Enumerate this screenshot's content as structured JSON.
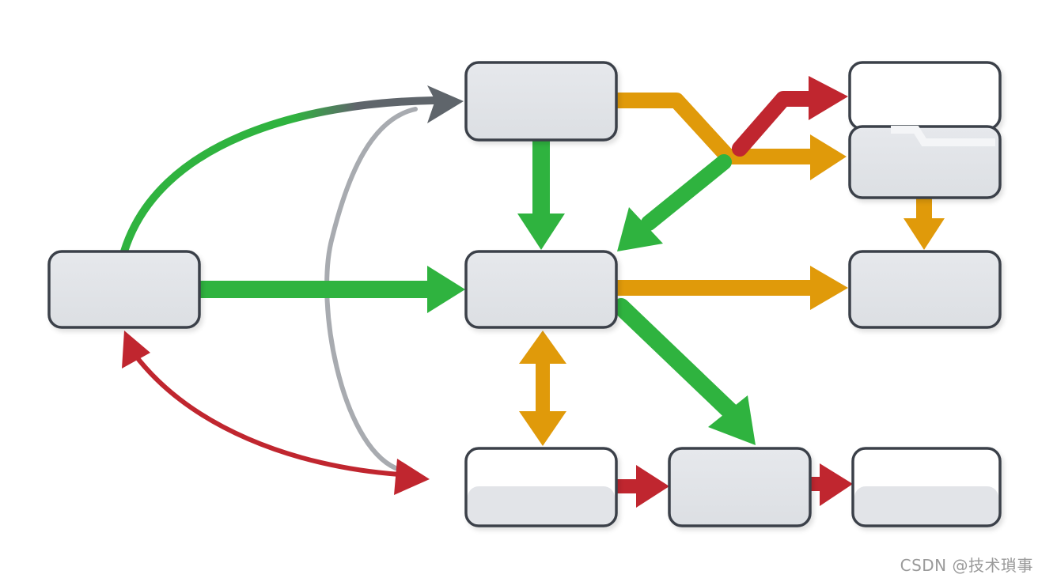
{
  "watermark": "CSDN @技术瑣事",
  "colors": {
    "green": "#2fb33f",
    "orange": "#e09a0a",
    "red": "#c0262f",
    "gray": "#a8abb0",
    "darkgray": "#5f656b",
    "box_fill": "#e2e4e8",
    "box_stroke": "#3a4048"
  },
  "nodes": [
    {
      "id": "left-middle",
      "label": ""
    },
    {
      "id": "center-top",
      "label": ""
    },
    {
      "id": "center-middle",
      "label": ""
    },
    {
      "id": "right-top",
      "label": ""
    },
    {
      "id": "right-upper",
      "label": ""
    },
    {
      "id": "right-middle",
      "label": ""
    },
    {
      "id": "bottom-left",
      "label": ""
    },
    {
      "id": "bottom-center",
      "label": ""
    },
    {
      "id": "bottom-right",
      "label": ""
    }
  ],
  "edges": [
    {
      "from": "left-middle",
      "to": "center-top",
      "color": "green"
    },
    {
      "from": "left-middle",
      "to": "center-middle",
      "color": "green"
    },
    {
      "from": "center-top",
      "to": "center-middle",
      "color": "green"
    },
    {
      "from": "center-top",
      "to": "right-upper",
      "color": "orange"
    },
    {
      "from": "center-top",
      "to": "center-middle",
      "color": "green"
    },
    {
      "from": "center-top",
      "to": "right-top",
      "color": "red"
    },
    {
      "from": "right-upper",
      "to": "right-middle",
      "color": "orange"
    },
    {
      "from": "center-middle",
      "to": "right-middle",
      "color": "orange"
    },
    {
      "from": "center-middle",
      "to": "bottom-center",
      "color": "green"
    },
    {
      "from": "center-middle",
      "to": "bottom-left",
      "color": "orange",
      "bidirectional": true
    },
    {
      "from": "bottom-left",
      "to": "bottom-center",
      "color": "red"
    },
    {
      "from": "bottom-center",
      "to": "bottom-right",
      "color": "red"
    },
    {
      "from": "left-middle",
      "to": "bottom-left",
      "color": "red",
      "bidirectional": true
    },
    {
      "from": "bottom-left",
      "to": "center-top",
      "color": "gray"
    }
  ]
}
